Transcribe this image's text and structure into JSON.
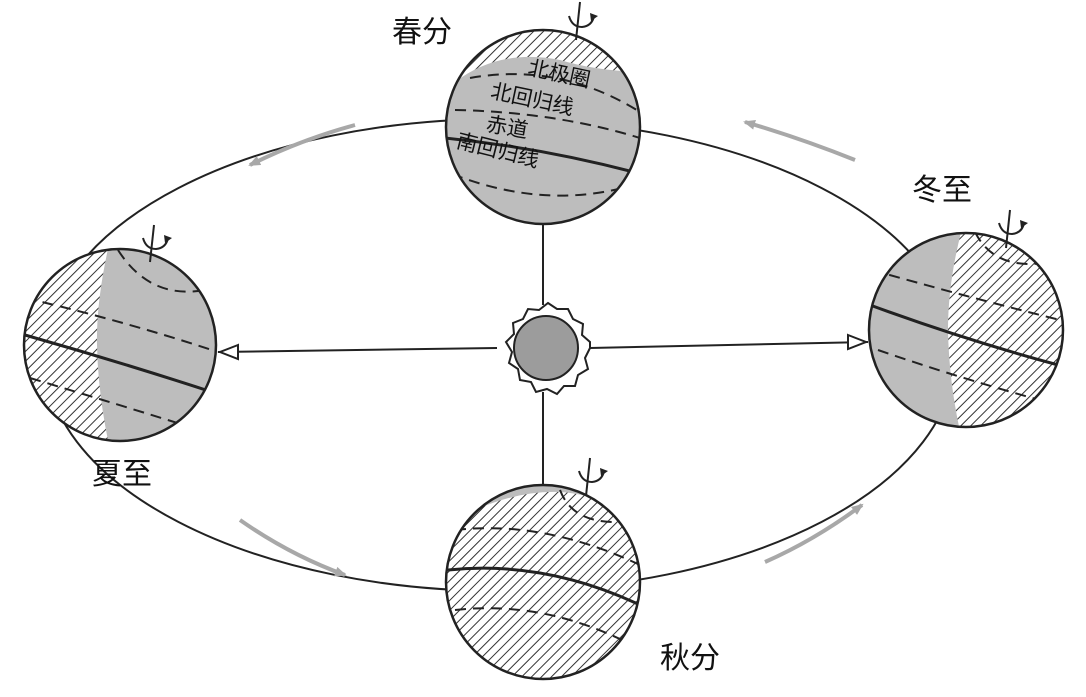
{
  "seasons": {
    "spring_equinox": "春分",
    "summer_solstice": "夏至",
    "autumn_equinox": "秋分",
    "winter_solstice": "冬至"
  },
  "latitude_labels": {
    "arctic_circle": "北极圈",
    "tropic_of_cancer": "北回归线",
    "equator": "赤道",
    "tropic_of_capricorn": "南回归线"
  },
  "colors": {
    "globe_fill": "#bdbdbd",
    "night_hatch": "#333333",
    "outline": "#222222",
    "arrow": "#a8a8a8",
    "sun": "#9c9c9c",
    "background": "#ffffff"
  },
  "icons": [
    "sun-icon",
    "rotation-arrow-icon",
    "orbit-direction-arrow-icon"
  ]
}
